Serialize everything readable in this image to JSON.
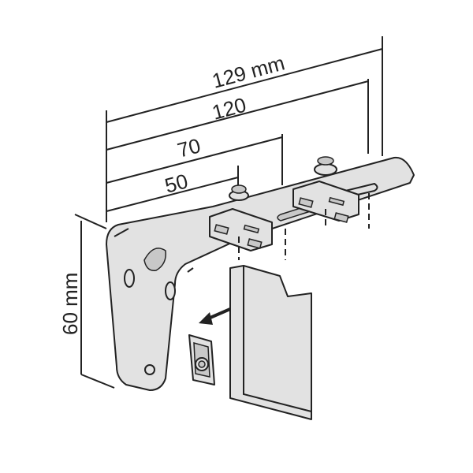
{
  "dimensions": {
    "total_length": "129 mm",
    "length_120": "120",
    "length_70": "70",
    "length_50": "50",
    "height": "60 mm"
  },
  "colors": {
    "line": "#222222",
    "fill": "#e2e2e2",
    "shade": "#c8c8c8"
  }
}
